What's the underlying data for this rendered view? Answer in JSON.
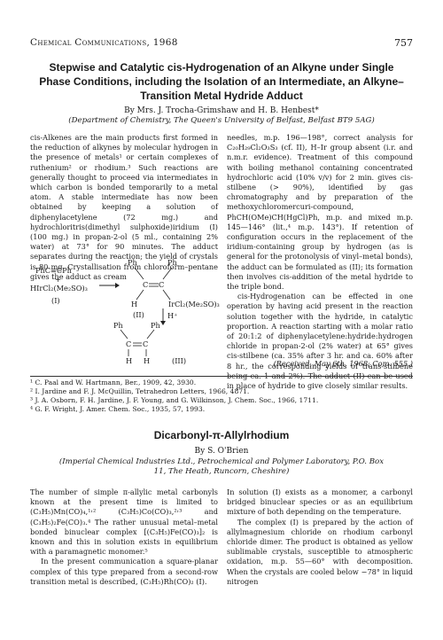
{
  "header": {
    "journal": "Chemical Communications, 1968",
    "page_number": "757"
  },
  "article1": {
    "title": "Stepwise and Catalytic cis-Hydrogenation of an Alkyne under Single Phase Conditions, including the Isolation of an Intermediate, an Alkyne–Transition Metal Hydride Adduct",
    "authors": "By Mrs. J. Trocha-Grimshaw and H. B. Henbest*",
    "affiliation": "(Department of Chemistry, The Queen's University of Belfast, Belfast BT9 5AG)",
    "left_column": [
      "cis-Alkenes are the main products first formed in the reduction of alkynes by molecular hydrogen in the presence of metals¹ or certain complexes of ruthenium² or rhodium.³ Such reactions are generally thought to proceed via intermediates in which carbon is bonded temporarily to a metal atom. A stable intermediate has now been obtained by keeping a solution of diphenylacetylene (72 mg.) and hydrochloritris(dimethyl sulphoxide)iridium (I) (100 mg.) in propan-2-ol (5 ml., containing 2% water) at 73° for 90 minutes. The adduct separates during the reaction; the yield of crystals is 80 mg. Crystallisation from chloroform–pentane gives the adduct as cream"
    ],
    "right_column": [
      "needles, m.p. 196—198°, correct analysis for C₂₀H₂₉Cl₂O₃S₃ (cf. II), H–Ir group absent (i.r. and n.m.r. evidence). Treatment of this compound with boiling methanol containing concentrated hydrochloric acid (10% v/v) for 2 min. gives cis-stilbene (> 90%), identified by gas chromatography and by preparation of the methoxychloromercuri-compound, PhCH(OMe)CH(HgCl)Ph, m.p. and mixed m.p. 145—146° (lit.,⁴ m.p. 143°). If retention of configuration occurs in the replacement of the iridium-containing group by hydrogen (as is general for the protonolysis of vinyl–metal bonds), the adduct can be formulated as (II); its formation then involves cis-addition of the metal hydride to the triple bond.",
      "cis-Hydrogenation can be effected in one operation by having acid present in the reaction solution together with the hydride, in catalytic proportion. A reaction starting with a molar ratio of 20:1:2 of diphenylacetylene:hydride:hydrogen chloride in propan-2-ol (2% water) at 65° gives cis-stilbene (ca. 35% after 3 hr. and ca. 60% after 8 hr., the corresponding yields of trans-stilbene being ca. 1 and 2%). The adduct (II) can be used in place of hydride to give closely similar results."
    ],
    "received": "(Received, May 6th, 1968; Com. 555.)",
    "scheme": {
      "reactant1": "PhC≡CPh",
      "plus": "+",
      "reactant2": "HIrCl₂(Me₂SO)₃",
      "label1": "(I)",
      "ph": "Ph",
      "h": "H",
      "c": "C",
      "ir_group": "IrCl₂(Me₂SO)₃",
      "label2": "(II)",
      "h_plus": "H⁺",
      "label3": "(III)"
    },
    "references": [
      "¹ C. Paal and W. Hartmann, Ber., 1909, 42, 3930.",
      "² I. Jardine and F. J. McQuillin, Tetrahedron Letters, 1966, 4871.",
      "³ J. A. Osborn, F. H. Jardine, J. F. Young, and G. Wilkinson, J. Chem. Soc., 1966, 1711.",
      "⁴ G. F. Wright, J. Amer. Chem. Soc., 1935, 57, 1993."
    ]
  },
  "article2": {
    "title": "Dicarbonyl-π-Allylrhodium",
    "authors": "By S. O'Brien",
    "affiliation": "(Imperial Chemical Industries Ltd., Petrochemical and Polymer Laboratory, P.O. Box 11, The Heath, Runcorn, Cheshire)",
    "left_column": [
      "The number of simple π-allylic metal carbonyls known at the present time is limited to (C₃H₅)Mn(CO)₄,¹˒² (C₃H₅)Co(CO)₃,²˒³ and (C₃H₅)₂Fe(CO)₃.⁴ The rather unusual metal–metal bonded binuclear complex [(C₃H₅)Fe(CO)₃]₂ is known and this in solution exists in equilibrium with a paramagnetic monomer.⁵",
      "In the present communication a square-planar complex of this type prepared from a second-row transition metal is described, (C₃H₅)Rh(CO)₂ (I)."
    ],
    "right_column": [
      "In solution (I) exists as a monomer, a carbonyl bridged binuclear species or as an equilibrium mixture of both depending on the temperature.",
      "The complex (I) is prepared by the action of allylmagnesium chloride on rhodium carbonyl chloride dimer. The product is obtained as yellow sublimable crystals, susceptible to atmospheric oxidation, m.p. 55—60° with decomposition. When the crystals are cooled below −78° in liquid nitrogen"
    ]
  }
}
